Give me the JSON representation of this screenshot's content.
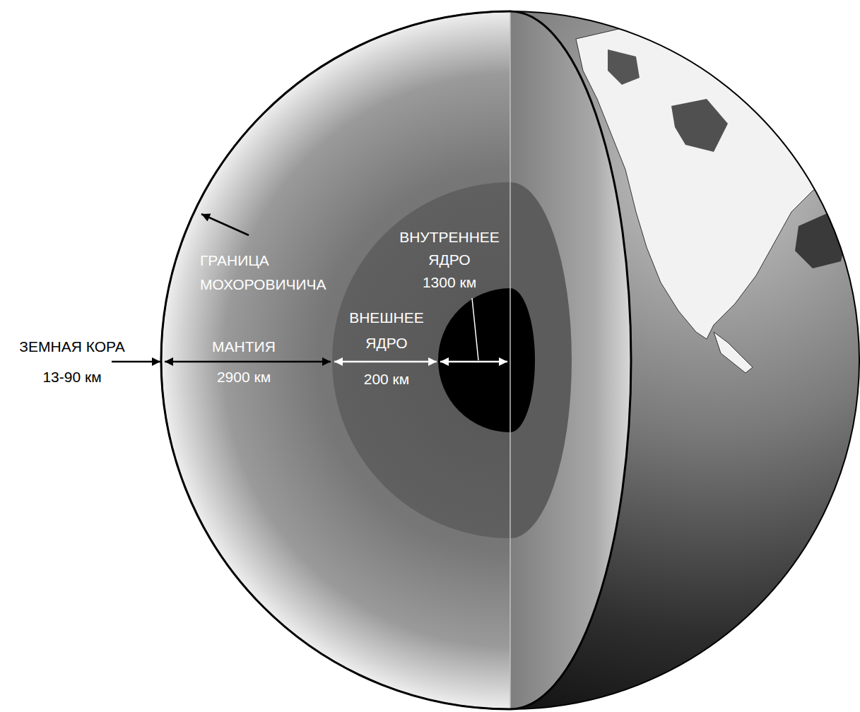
{
  "diagram": {
    "labels": [
      "ЗЕМНАЯ КОРА",
      "13-90 км",
      "ГРАНИЦА МОХОРОВИЧИЧА",
      "МАНТИЯ",
      "2900 км",
      "ВНЕШНЕЕ ЯДРО",
      "200 км",
      "ВНУТРЕННЕЕ ЯДРО",
      "1300 км"
    ]
  }
}
